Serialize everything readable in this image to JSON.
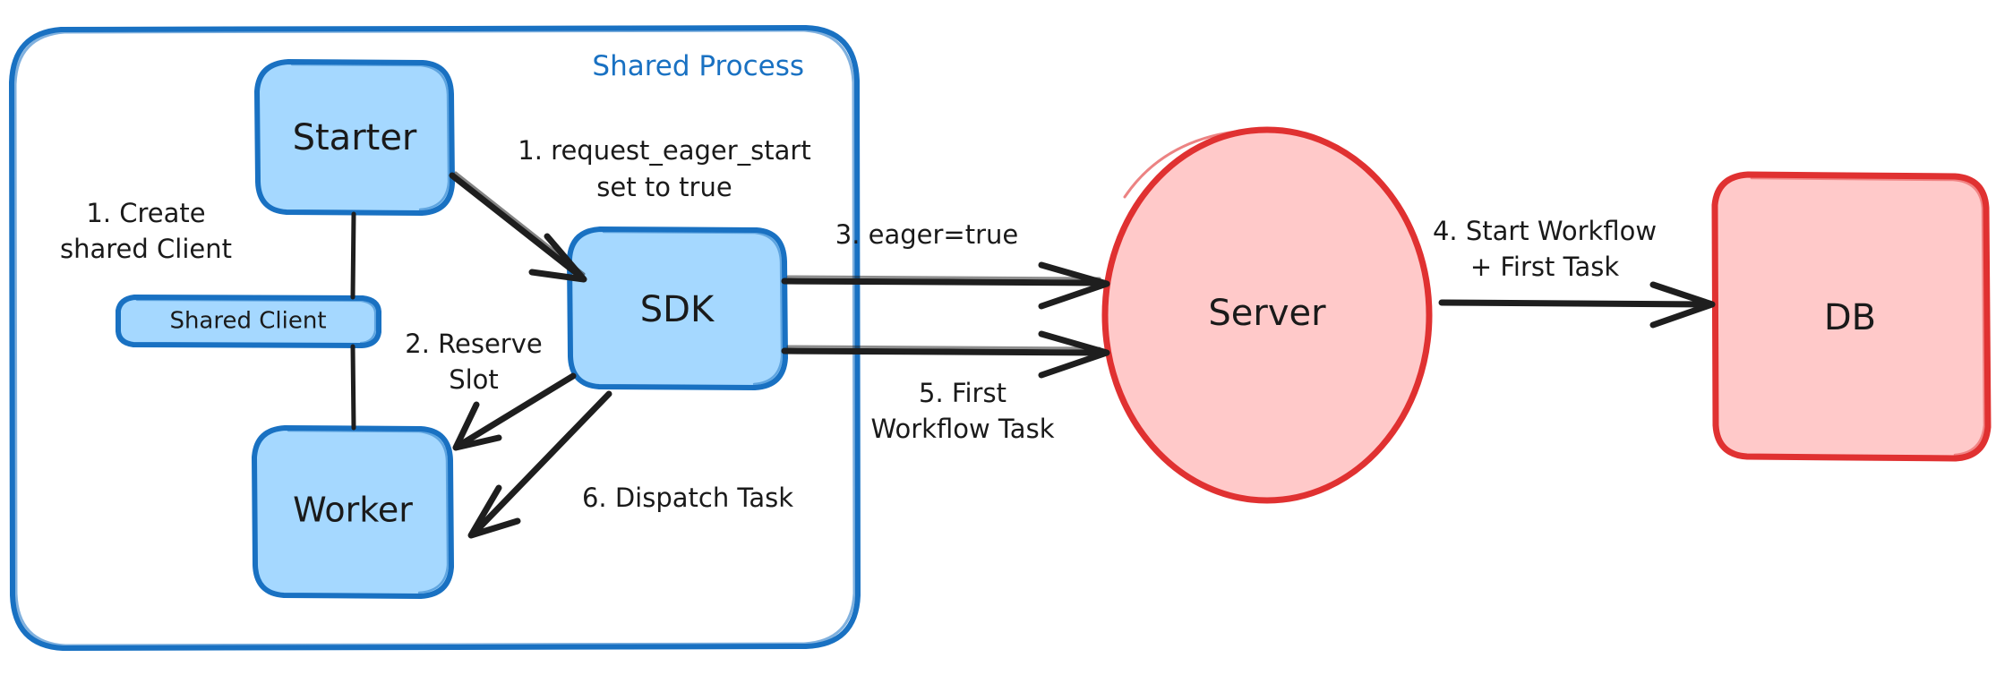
{
  "diagram": {
    "title_visible": false,
    "background": "#ffffff",
    "colors": {
      "blue_fill": "#a5d8ff",
      "blue_stroke": "#1971c2",
      "red_fill": "#ffc9c9",
      "red_stroke": "#e03131",
      "ink": "#1e1e1e",
      "text": "#1a1a1a"
    },
    "groups": [
      {
        "id": "shared-process",
        "label": "Shared Process",
        "label_color": "#1971c2"
      }
    ],
    "nodes": [
      {
        "id": "starter",
        "label": "Starter",
        "shape": "rounded-rect",
        "palette": "blue"
      },
      {
        "id": "shared-client",
        "label": "Shared Client",
        "shape": "rounded-rect",
        "palette": "blue"
      },
      {
        "id": "worker",
        "label": "Worker",
        "shape": "rounded-rect",
        "palette": "blue"
      },
      {
        "id": "sdk",
        "label": "SDK",
        "shape": "rounded-rect",
        "palette": "blue"
      },
      {
        "id": "server",
        "label": "Server",
        "shape": "ellipse",
        "palette": "red"
      },
      {
        "id": "db",
        "label": "DB",
        "shape": "rounded-rect",
        "palette": "red"
      }
    ],
    "edges": [
      {
        "id": "create-shared-client",
        "from": "starter",
        "to": "worker",
        "label_lines": [
          "1. Create",
          "shared Client"
        ],
        "arrow": false
      },
      {
        "id": "request-eager-start",
        "from": "starter",
        "to": "sdk",
        "label_lines": [
          "1. request_eager_start",
          "set to true"
        ],
        "arrow": true
      },
      {
        "id": "reserve-slot",
        "from": "sdk",
        "to": "worker",
        "label_lines": [
          "2. Reserve",
          "Slot"
        ],
        "arrow": true
      },
      {
        "id": "eager-true",
        "from": "sdk",
        "to": "server",
        "label_lines": [
          "3. eager=true"
        ],
        "arrow": true
      },
      {
        "id": "start-workflow-first-task",
        "from": "server",
        "to": "db",
        "label_lines": [
          "4. Start Workflow",
          "+ First Task"
        ],
        "arrow": true
      },
      {
        "id": "first-workflow-task",
        "from": "sdk",
        "to": "server",
        "label_lines": [
          "5. First",
          "Workflow Task"
        ],
        "arrow": true
      },
      {
        "id": "dispatch-task",
        "from": "sdk",
        "to": "worker",
        "label_lines": [
          "6. Dispatch Task"
        ],
        "arrow": true
      }
    ]
  }
}
